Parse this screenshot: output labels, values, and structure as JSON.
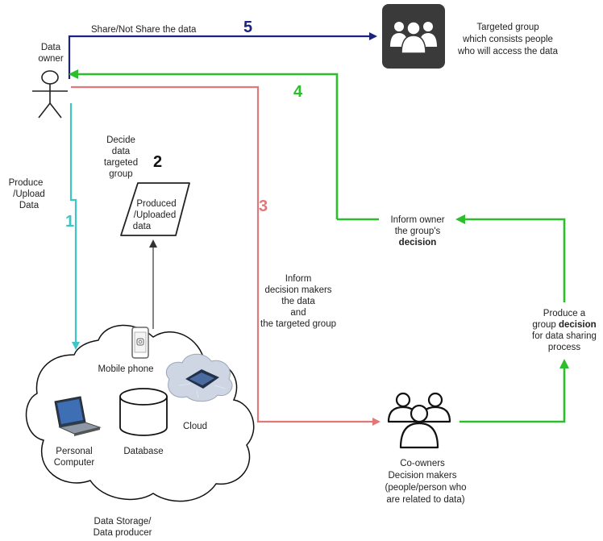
{
  "colors": {
    "step1": "#3cc6c6",
    "step3": "#e07878",
    "step4": "#2bbf2b",
    "step5": "#1a237e",
    "group_box": "#3a3a3a",
    "ink": "#222222"
  },
  "icons": {
    "owner": "stick-figure-icon",
    "group": "people-group-icon",
    "coowners": "people-outline-icon",
    "phone": "mobile-phone-icon",
    "laptop": "laptop-icon",
    "cloud_chip": "cloud-chip-icon",
    "database": "database-cylinder-icon"
  },
  "owner": {
    "line1": "Data",
    "line2": "owner"
  },
  "group": {
    "line1": "Targeted group",
    "line2": "which consists people",
    "line3": "who will access the data"
  },
  "steps": {
    "s1": "1",
    "s2": "2",
    "s3": "3",
    "s4": "4",
    "s5": "5"
  },
  "edges": {
    "share": "Share/Not Share the data",
    "produce": {
      "line1": "Produce",
      "line2": "/Upload",
      "line3": "Data"
    },
    "decide": {
      "line1": "Decide",
      "line2": "data",
      "line3": "targeted",
      "line4": "group"
    },
    "inform_makers": {
      "line1": "Inform",
      "line2": "decision makers",
      "line3": "the data",
      "line4": "and",
      "line5": "the targeted group"
    },
    "inform_owner": {
      "line1": "Inform owner",
      "line2": "the group's",
      "line3": "decision"
    },
    "produce_decision": {
      "line1": "Produce a",
      "line2_pre": "group ",
      "line2_bold": "decision",
      "line3": "for data sharing",
      "line4": "process"
    }
  },
  "data_box": {
    "line1": "Produced",
    "line2": "/Uploaded",
    "line3": "data"
  },
  "storage": {
    "phone": "Mobile phone",
    "computer_line1": "Personal",
    "computer_line2": "Computer",
    "database": "Database",
    "cloud": "Cloud",
    "caption_line1": "Data Storage/",
    "caption_line2": "Data producer"
  },
  "coowners": {
    "line1": "Co-owners",
    "line2": "Decision makers",
    "line3": "(people/person who",
    "line4": "are related to data)"
  }
}
